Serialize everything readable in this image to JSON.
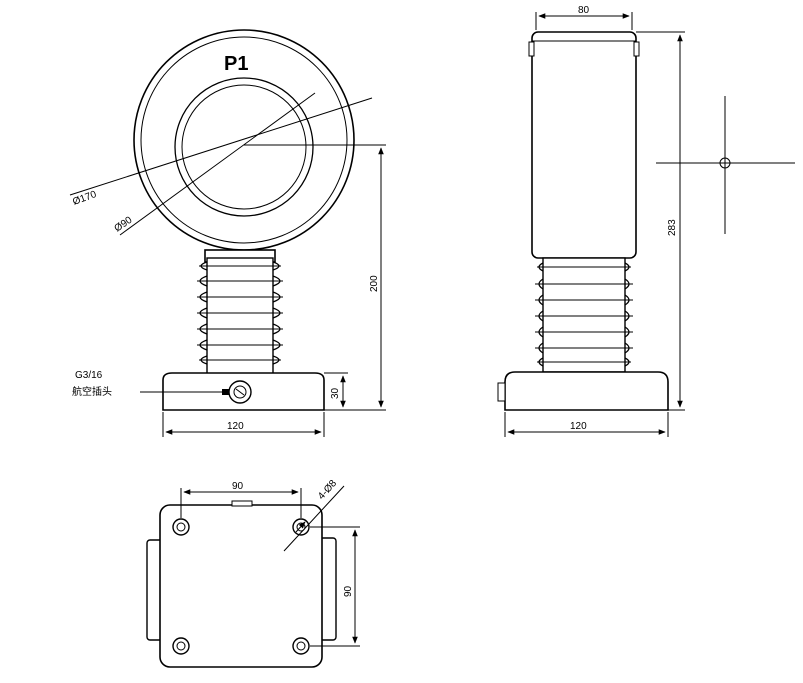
{
  "front_view": {
    "title": "P1",
    "dia_outer": "Ø170",
    "dia_inner": "Ø90",
    "height_dim": "200",
    "base_height_dim": "30",
    "base_width_dim": "120",
    "connector_label_line1": "G3/16",
    "connector_label_line2": "航空插头"
  },
  "side_view": {
    "top_width_dim": "80",
    "total_height_dim": "283",
    "base_width_dim": "120"
  },
  "bottom_view": {
    "hole_spacing_x": "90",
    "hole_spacing_y": "90",
    "hole_spec": "4-Ø8"
  }
}
